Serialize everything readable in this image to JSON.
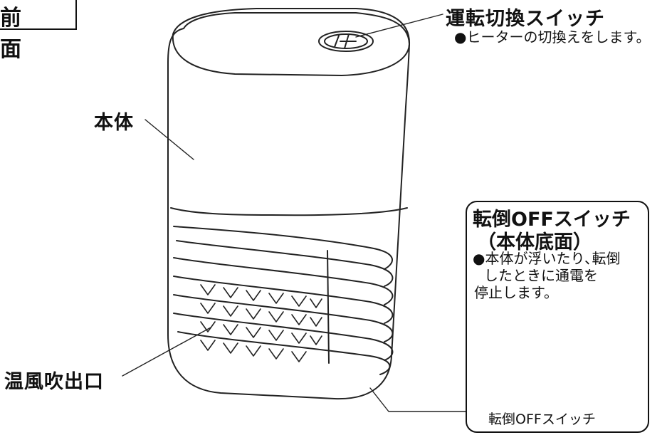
{
  "title": "前　面",
  "labels": {
    "switch_heading": "運転切換スイッチ",
    "switch_note": "●ヒーターの切換えをします。",
    "body": "本体",
    "outlet": "温風吹出口"
  },
  "callout": {
    "heading_line1": "転倒OFFスイッチ",
    "heading_line2": "（本体底面）",
    "note_line1": "●本体が浮いたり､転倒",
    "note_line2": "したときに通電を",
    "note_line3": "停止します。",
    "bottom_label": "転倒OFFスイッチ"
  }
}
